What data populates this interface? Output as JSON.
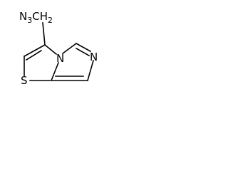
{
  "molecule": {
    "substituent": {
      "part1": "N",
      "sub1": "3",
      "part2": "CH",
      "sub2": "2"
    },
    "atoms": {
      "s": "S",
      "n_bridge": "N",
      "n_imidazole": "N"
    }
  }
}
